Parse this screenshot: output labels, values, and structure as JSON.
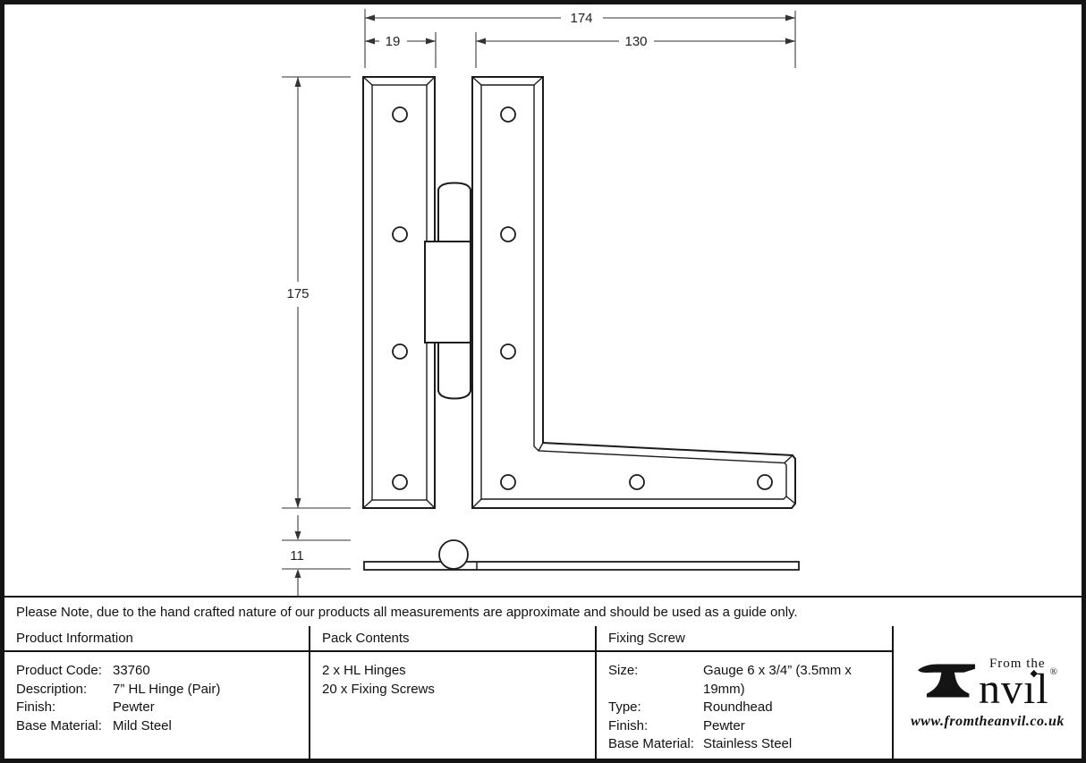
{
  "drawing": {
    "dims": {
      "overall_width": "174",
      "leaf_width": "19",
      "arm_length": "130",
      "height": "175",
      "knuckle_depth": "11"
    },
    "colors": {
      "outline": "#1c1c1c",
      "dim_line": "#5a5a5a"
    }
  },
  "note": {
    "text": "Please Note, due to the hand crafted nature of our products all measurements are approximate and should be used as a guide only."
  },
  "table": {
    "product_information": {
      "title": "Product Information",
      "rows": [
        {
          "label": "Product Code:",
          "value": "33760"
        },
        {
          "label": "Description:",
          "value": "7” HL Hinge (Pair)"
        },
        {
          "label": "Finish:",
          "value": "Pewter"
        },
        {
          "label": "Base Material:",
          "value": "Mild Steel"
        }
      ]
    },
    "pack_contents": {
      "title": "Pack Contents",
      "items": [
        "2 x HL Hinges",
        "20 x Fixing Screws"
      ]
    },
    "fixing_screw": {
      "title": "Fixing Screw",
      "rows": [
        {
          "label": "Size:",
          "value": "Gauge 6 x 3/4” (3.5mm x 19mm)"
        },
        {
          "label": "Type:",
          "value": "Roundhead"
        },
        {
          "label": "Finish:",
          "value": "Pewter"
        },
        {
          "label": "Base Material:",
          "value": "Stainless Steel"
        }
      ]
    }
  },
  "logo": {
    "tagline": "From the",
    "wordmark_rest": "nvıl",
    "tittle": "◆",
    "reg": "®",
    "url": "www.fromtheanvil.co.uk"
  }
}
